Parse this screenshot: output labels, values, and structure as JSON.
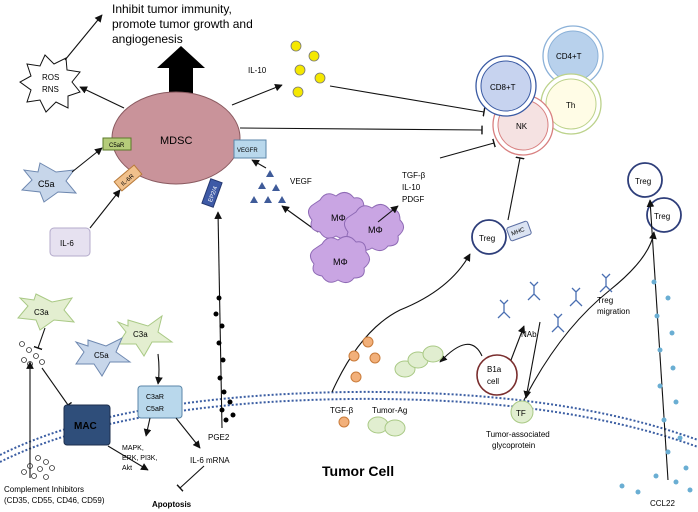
{
  "top": {
    "line1": "Inhibit tumor immunity,",
    "line2": "promote tumor growth and",
    "line3": "angiogenesis"
  },
  "ros": {
    "line1": "ROS",
    "line2": "RNS"
  },
  "c5a_left": "C5a",
  "il6": "IL-6",
  "mdsc": {
    "label": "MDSC",
    "receptors": {
      "c5ar": "C5aR",
      "il6r": "IL-6R",
      "ep24": "EP2/4",
      "vegfr": "VEGFR"
    }
  },
  "il10_top": "IL-10",
  "immune": {
    "cd8": "CD8+T",
    "cd4": "CD4+T",
    "th": "Th",
    "nk": "NK"
  },
  "vegf": "VEGF",
  "macrophage": "MΦ",
  "cytokines": {
    "line1": "TGF-β",
    "line2": "IL-10",
    "line3": "PDGF"
  },
  "treg_mhc": {
    "treg": "Treg",
    "mhc": "MHC"
  },
  "treg_right": [
    "Treg",
    "Treg"
  ],
  "treg_migration": {
    "line1": "Treg",
    "line2": "migration"
  },
  "nab": "NAb",
  "b1a": {
    "line1": "B1a",
    "line2": "cell"
  },
  "tf": "TF",
  "tf_caption": {
    "line1": "Tumor-associated",
    "line2": "glycoprotein"
  },
  "c3a_left": "C3a",
  "c3a_mid": "C3a",
  "c5a_mid": "C5a",
  "mac": "MAC",
  "c3ar_box": {
    "line1": "C3aR",
    "line2": "C5aR"
  },
  "mapk": {
    "line1": "MAPK,",
    "line2": "ERK, PI3K,",
    "line3": "Akt"
  },
  "il6_mrna": "IL-6 mRNA",
  "pge2": "PGE2",
  "tgfb_bottom": "TGF-β",
  "tumor_ag": "Tumor-Ag",
  "tumor_cell": "Tumor Cell",
  "apoptosis": "Apoptosis",
  "inhibitors": {
    "line1": "Complement Inhibitors",
    "line2": "(CD35, CD55, CD46, CD59)"
  },
  "ccl22": "CCL22"
}
